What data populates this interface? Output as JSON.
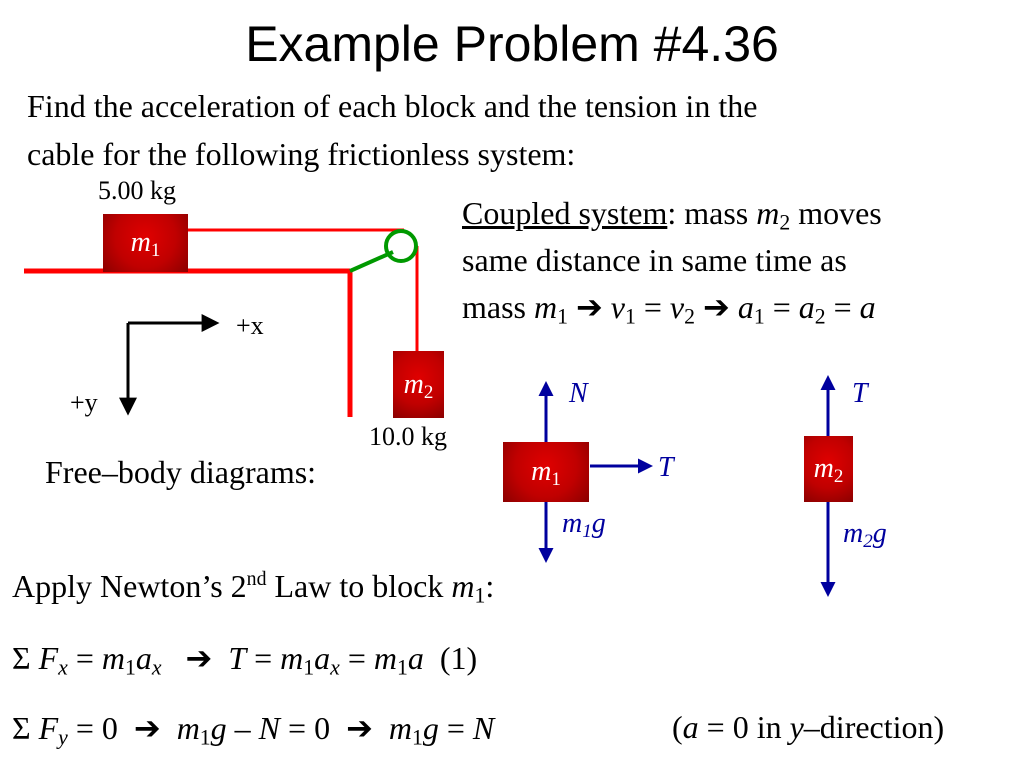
{
  "title": "Example Problem #4.36",
  "intro": {
    "line1": "Find the acceleration of each block and the tension in the",
    "line2": "cable for the following frictionless system:"
  },
  "setup": {
    "m1_mass": "5.00 kg",
    "m2_mass": "10.0 kg",
    "axis_x": "+x",
    "axis_y": "+y",
    "block_symbol": "m",
    "block1_index": "1",
    "block2_index": "2"
  },
  "coupled": {
    "heading": "Coupled system",
    "text_a": ": mass ",
    "text_b": " moves",
    "line2": "same distance in same time as",
    "line3_mass": "mass "
  },
  "fbd": {
    "title": "Free–body diagrams:",
    "normal": "N",
    "tension": "T",
    "weight_g": "g"
  },
  "equations": {
    "law_a": "Apply Newton’s 2",
    "law_sup": "nd",
    "law_b": " Law to block ",
    "law_c": ":",
    "sigma": "Σ ",
    "eq1_num": "(1)",
    "eq2_note_a": "(",
    "eq2_note_b": " = 0 in ",
    "eq2_note_c": "–direction)"
  },
  "colors": {
    "cable": "#ff0000",
    "pulley": "#009900",
    "force_arrow": "#00009e",
    "block": "#c00000"
  }
}
